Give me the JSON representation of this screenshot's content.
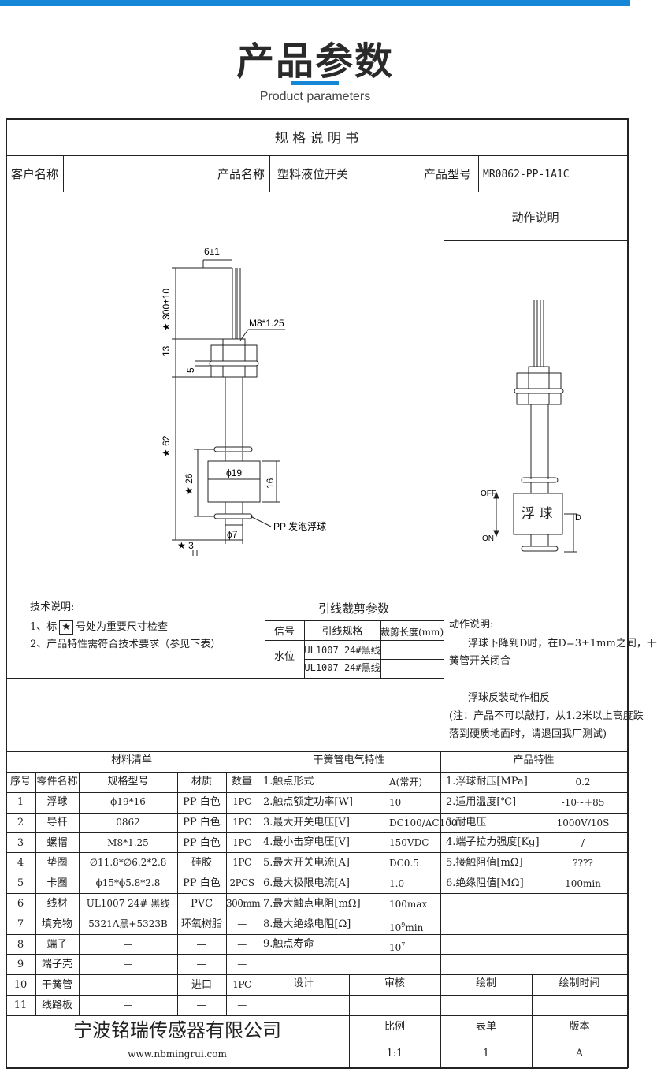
{
  "header": {
    "title": "产品参数",
    "subtitle": "Product parameters",
    "accent": "#1687d6"
  },
  "spec": {
    "title": "规 格 说 明 书",
    "customer_label": "客户名称",
    "product_name_label": "产品名称",
    "product_name": "塑料液位开关",
    "model_label": "产品型号",
    "model": "MR0862-PP-1A1C"
  },
  "drawing": {
    "dim_6": "6±1",
    "dim_300": "★ 300±10",
    "thread": "M8*1.25",
    "dim_13": "13",
    "dim_5": "5",
    "dim_62": "★ 62",
    "dim_26": "★ 26",
    "dim_d19": "ϕ19",
    "dim_16": "16",
    "float_note": "PP 发泡浮球",
    "dim_d7": "ϕ7",
    "dim_3": "★ 3"
  },
  "action": {
    "title": "动作说明",
    "float_label": "浮 球",
    "off": "OFF",
    "on": "ON",
    "d": "D",
    "desc_title": "动作说明:",
    "desc_1": "浮球下降到D时，在D=3±1mm之间，干",
    "desc_2": "簧管开关闭合",
    "desc_3": "浮球反装动作相反",
    "desc_4": "(注：产品不可以敲打，从1.2米以上高度跌",
    "desc_5": "落到硬质地面时，请退回我厂测试)"
  },
  "tech": {
    "title": "技术说明:",
    "line1_pre": "1、标",
    "line1_star": "★",
    "line1_post": "号处为重要尺寸检查",
    "line2": "2、产品特性需符合技术要求（参见下表）"
  },
  "cut": {
    "title": "引线裁剪参数",
    "headers": [
      "信号",
      "引线规格",
      "裁剪长度(mm)"
    ],
    "signal": "水位",
    "rows": [
      "UL1007 24#黑线",
      "UL1007 24#黑线"
    ]
  },
  "bom": {
    "title": "材料清单",
    "headers": [
      "序号",
      "零件名称",
      "规格型号",
      "材质",
      "数量"
    ],
    "rows": [
      [
        "1",
        "浮球",
        "ϕ19*16",
        "PP 白色",
        "1PC"
      ],
      [
        "2",
        "导杆",
        "0862",
        "PP 白色",
        "1PC"
      ],
      [
        "3",
        "螺帽",
        "M8*1.25",
        "PP 白色",
        "1PC"
      ],
      [
        "4",
        "垫圈",
        "∅11.8*∅6.2*2.8",
        "硅胶",
        "1PC"
      ],
      [
        "5",
        "卡圈",
        "ϕ15*ϕ5.8*2.8",
        "PP 白色",
        "2PCS"
      ],
      [
        "6",
        "线材",
        "UL1007 24# 黑线",
        "PVC",
        "300mm"
      ],
      [
        "7",
        "填充物",
        "5321A黑+5323B",
        "环氧树脂",
        "—"
      ],
      [
        "8",
        "端子",
        "—",
        "—",
        "—"
      ],
      [
        "9",
        "端子壳",
        "—",
        "—",
        "—"
      ],
      [
        "10",
        "干簧管",
        "—",
        "进口",
        "1PC"
      ],
      [
        "11",
        "线路板",
        "—",
        "—",
        "—"
      ]
    ]
  },
  "reed": {
    "title": "干簧管电气特性",
    "rows": [
      [
        "1.触点形式",
        "A(常开)"
      ],
      [
        "2.触点额定功率[W]",
        "10"
      ],
      [
        "3.最大开关电压[V]",
        "DC100/AC100"
      ],
      [
        "4.最小击穿电压[V]",
        "150VDC"
      ],
      [
        "5.最大开关电流[A]",
        "DC0.5"
      ],
      [
        "6.最大极限电流[A]",
        "1.0"
      ],
      [
        "7.最大触点电阻[mΩ]",
        "100max"
      ],
      [
        "8.最大绝缘电阻[Ω]",
        "10",
        "9",
        "min"
      ],
      [
        "9.触点寿命",
        "10",
        "7",
        ""
      ]
    ]
  },
  "props": {
    "title": "产品特性",
    "rows": [
      [
        "1.浮球耐压[MPa]",
        "0.2"
      ],
      [
        "2.适用温度[℃]",
        "-10~+85"
      ],
      [
        "3.耐电压",
        "1000V/10S"
      ],
      [
        "4.端子拉力强度[Kg]",
        "/"
      ],
      [
        "5.接触阻值[mΩ]",
        "????"
      ],
      [
        "6.绝缘阻值[MΩ]",
        "100min"
      ]
    ]
  },
  "sign": {
    "headers": [
      "设计",
      "审核",
      "绘制",
      "绘制时间"
    ],
    "scale_label": "比例",
    "sheet_label": "表单",
    "version_label": "版本",
    "scale": "1:1",
    "sheet": "1",
    "version": "A"
  },
  "company": {
    "name": "宁波铭瑞传感器有限公司",
    "url": "www.nbmingrui.com"
  }
}
